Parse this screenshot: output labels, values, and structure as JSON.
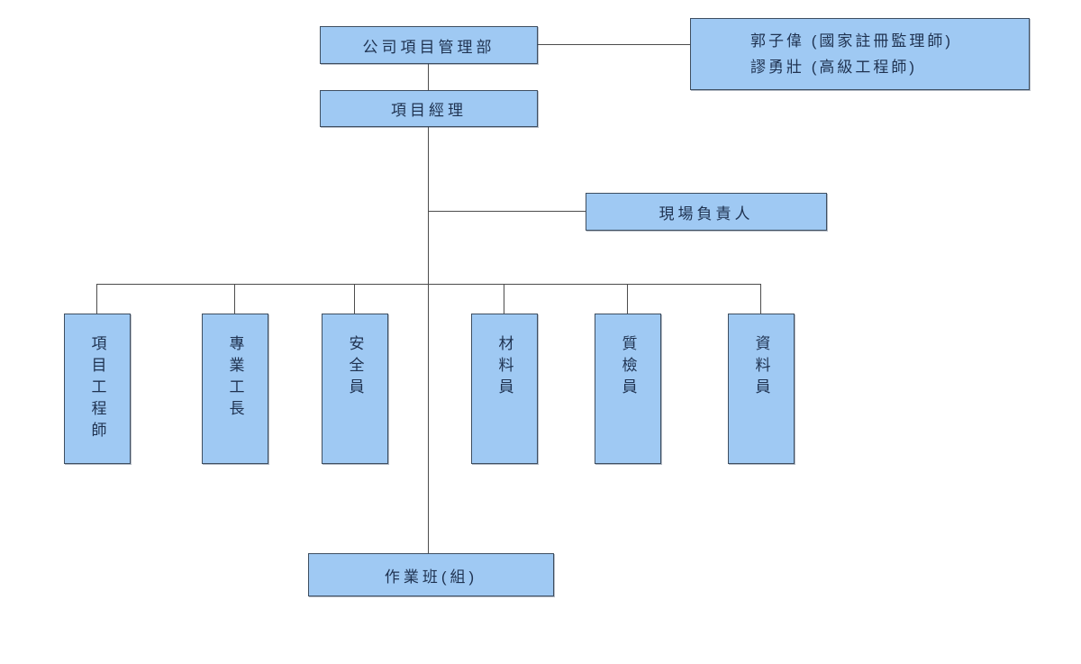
{
  "colors": {
    "background": "#ffffff",
    "box_fill": "#9fc9f3",
    "box_border": "#3e4e60",
    "text": "#1f3250",
    "line": "#4c4c4c"
  },
  "nodes": {
    "management_dept": "公司項目管理部",
    "supervisors": {
      "line1": "郭子偉 (國家註冊監理師)",
      "line2": "謬勇壯 (高級工程師)"
    },
    "project_manager": "項目經理",
    "site_leader": "現場負責人",
    "staff": [
      "項目工程師",
      "專業工長",
      "安全員",
      "材料員",
      "質檢員",
      "資料員"
    ],
    "work_team": "作業班(組)"
  }
}
